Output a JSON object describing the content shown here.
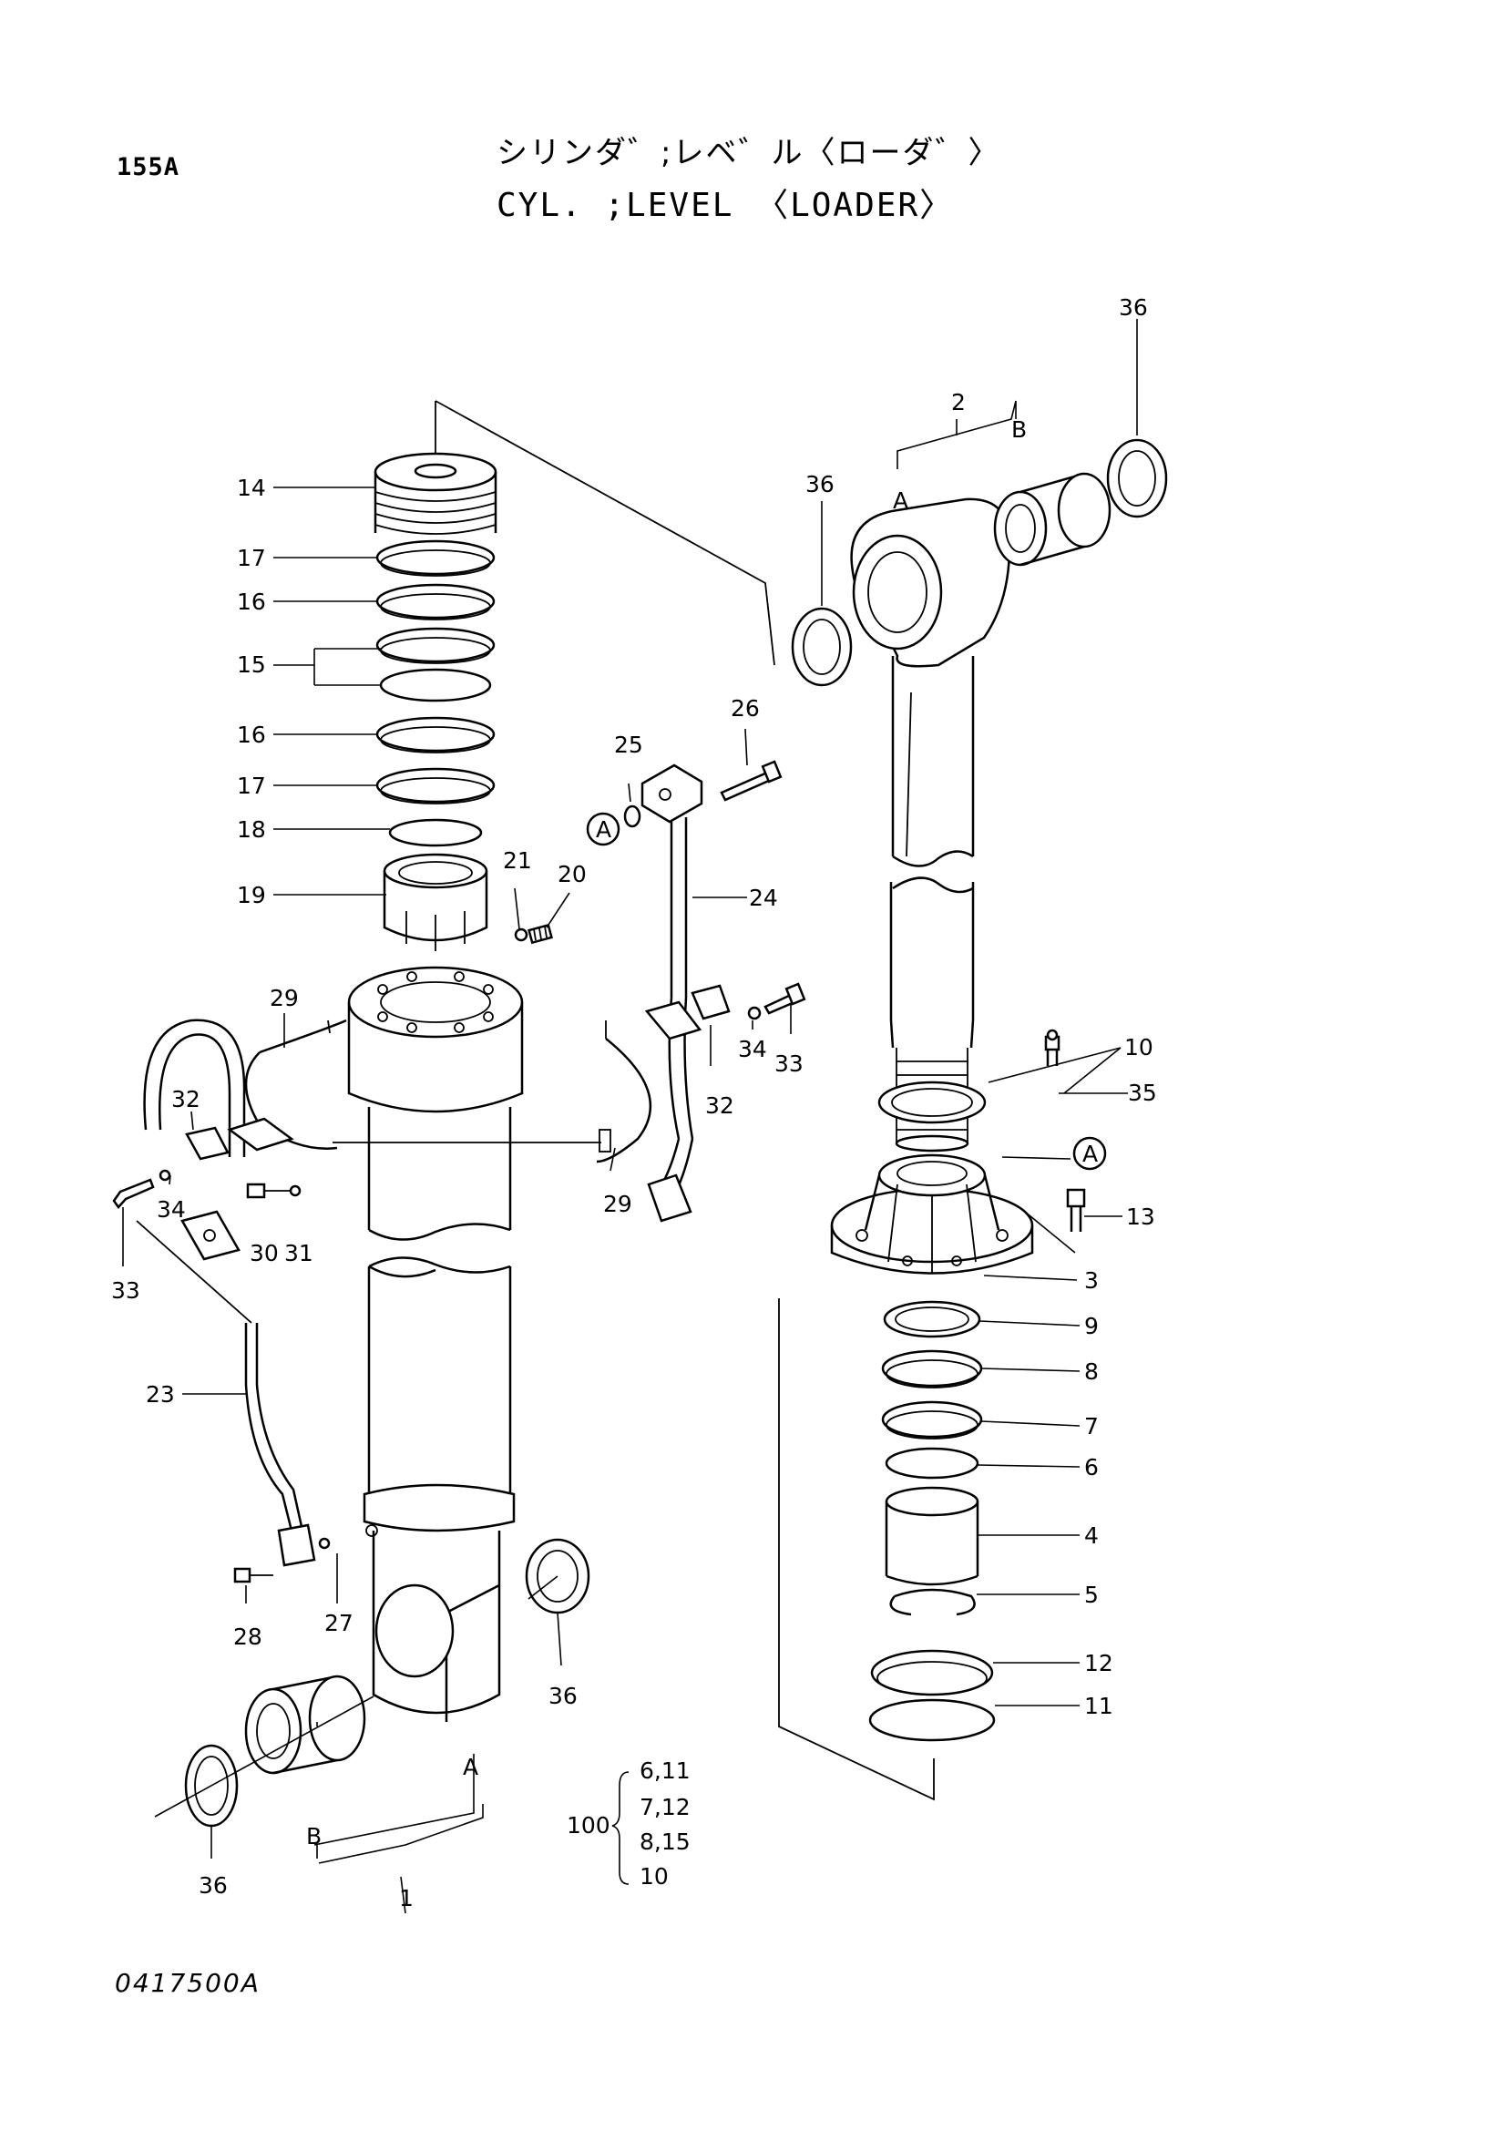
{
  "page_code": "155A",
  "title_jp": "シリンダ゛;レベ゛ル〈ローダ゛〉",
  "title_en": "CYL. ;LEVEL 〈LOADER〉",
  "drawing_number": "0417500A",
  "callouts": {
    "c14": "14",
    "c17a": "17",
    "c16a": "16",
    "c15": "15",
    "c16b": "16",
    "c17b": "17",
    "c18": "18",
    "c19": "19",
    "c21": "21",
    "c20": "20",
    "c29a": "29",
    "c32a": "32",
    "c34a": "34",
    "c33a": "33",
    "c30": "30",
    "c31": "31",
    "c23": "23",
    "c28": "28",
    "c27": "27",
    "c36a": "36",
    "c36b": "36",
    "c1": "1",
    "c25": "25",
    "c26": "26",
    "c24": "24",
    "c29b": "29",
    "c32b": "32",
    "c34b": "34",
    "c33b": "33",
    "c36c": "36",
    "c36d": "36",
    "c2": "2",
    "c10": "10",
    "c35": "35",
    "c13": "13",
    "c3": "3",
    "c9": "9",
    "c8": "8",
    "c7": "7",
    "c6": "6",
    "c4": "4",
    "c5": "5",
    "c12": "12",
    "c11": "11"
  },
  "markers": {
    "a_left": "A",
    "b_left": "B",
    "a_right": "A",
    "b_right": "B",
    "a_circle_1": "A",
    "a_circle_2": "A"
  },
  "kit": {
    "number": "100",
    "rows": [
      "6,11",
      "7,12",
      "8,15",
      "10"
    ]
  }
}
